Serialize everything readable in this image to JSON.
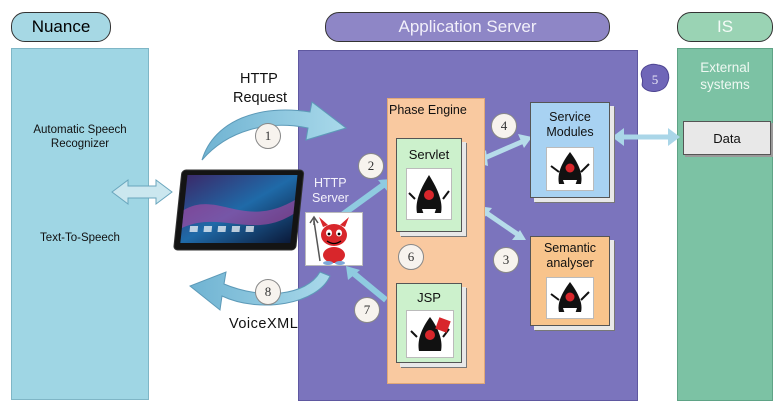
{
  "headers": {
    "nuance": "Nuance",
    "app_server": "Application Server",
    "is": "IS"
  },
  "nuance": {
    "asr_line1": "Automatic Speech",
    "asr_line2": "Recognizer",
    "tts": "Text-To-Speech"
  },
  "http_request": {
    "line1": "HTTP",
    "line2": "Request"
  },
  "http_server": {
    "line1": "HTTP",
    "line2": "Server"
  },
  "voicexml": "VoiceXML",
  "phase_engine": {
    "title": "Phase Engine",
    "servlet": "Servlet",
    "jsp": "JSP"
  },
  "service_modules": {
    "line1": "Service",
    "line2": "Modules"
  },
  "semantic": {
    "line1": "Semantic",
    "line2": "analyser"
  },
  "external": {
    "line1": "External",
    "line2": "systems",
    "data": "Data"
  },
  "steps": [
    "1",
    "2",
    "3",
    "4",
    "5",
    "6",
    "7",
    "8"
  ],
  "colors": {
    "nuance_header": "#a6d8e4",
    "nuance_column": "#9fd6e4",
    "app_header": "#8e86c6",
    "app_column": "#7b74bd",
    "is_header": "#9ad3b4",
    "is_column": "#7cc2a4",
    "phase_engine": "#f9c9a0",
    "servlet_card": "#ccf1cc",
    "service_card": "#a8d2f2",
    "semantic_card": "#f8c48c",
    "arrow": "#8fcbe0"
  }
}
